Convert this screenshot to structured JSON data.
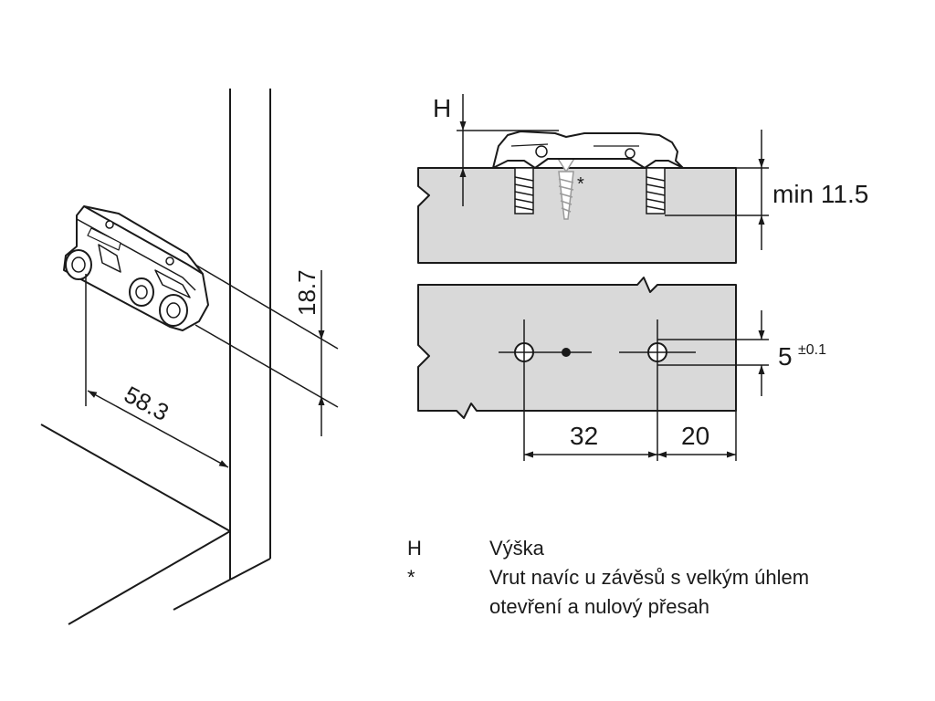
{
  "dimensions": {
    "left_height": "18.7",
    "left_width": "58.3",
    "height_label": "H",
    "asterisk": "*",
    "min_label": "min 11.5",
    "tolerance_main": "5",
    "tolerance_sup": "±0.1",
    "spacing_32": "32",
    "spacing_20": "20"
  },
  "legend": {
    "items": [
      {
        "key": "H",
        "text": "Výška"
      },
      {
        "key": "*",
        "text": "Vrut navíc u závěsů s velkým úhlem"
      },
      {
        "key": "",
        "text": "otevření a nulový přesah"
      }
    ]
  },
  "colors": {
    "line": "#1a1a1a",
    "panel_fill": "#d9d9d9"
  }
}
